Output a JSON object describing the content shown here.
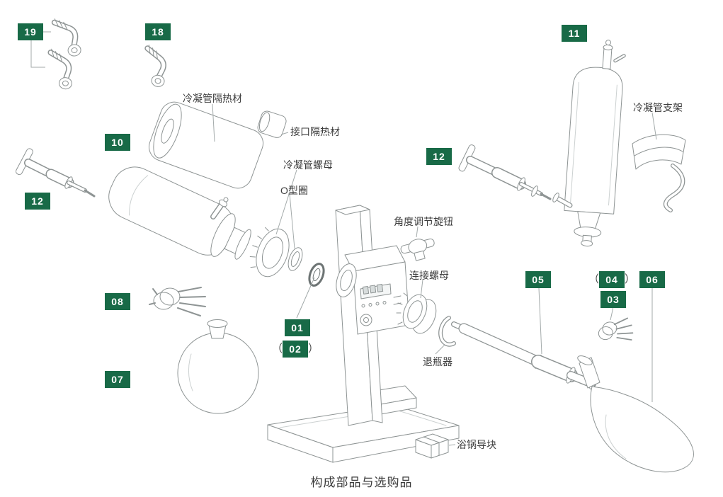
{
  "title": "构成部品与选购品",
  "colors": {
    "badge_bg": "#186a47",
    "badge_text": "#ffffff",
    "label_text": "#3c3c3c",
    "line_color": "#9aa3a3",
    "drawing_stroke": "#8e9494"
  },
  "parens": {
    "open": "（",
    "close": "）"
  },
  "badges": [
    {
      "label": "19"
    },
    {
      "label": "18"
    },
    {
      "label": "11"
    },
    {
      "label": "10"
    },
    {
      "label": "12"
    },
    {
      "label": "12"
    },
    {
      "label": "08"
    },
    {
      "label": "07"
    },
    {
      "label": "01"
    },
    {
      "label": "02"
    },
    {
      "label": "05"
    },
    {
      "label": "04"
    },
    {
      "label": "03"
    },
    {
      "label": "06"
    }
  ],
  "labels": [
    {
      "text": "冷凝管隔热材"
    },
    {
      "text": "接口隔热材"
    },
    {
      "text": "冷凝管螺母"
    },
    {
      "text": "O型圈"
    },
    {
      "text": "角度调节旋钮"
    },
    {
      "text": "连接螺母"
    },
    {
      "text": "退瓶器"
    },
    {
      "text": "冷凝管支架"
    },
    {
      "text": "浴锅导块"
    }
  ]
}
